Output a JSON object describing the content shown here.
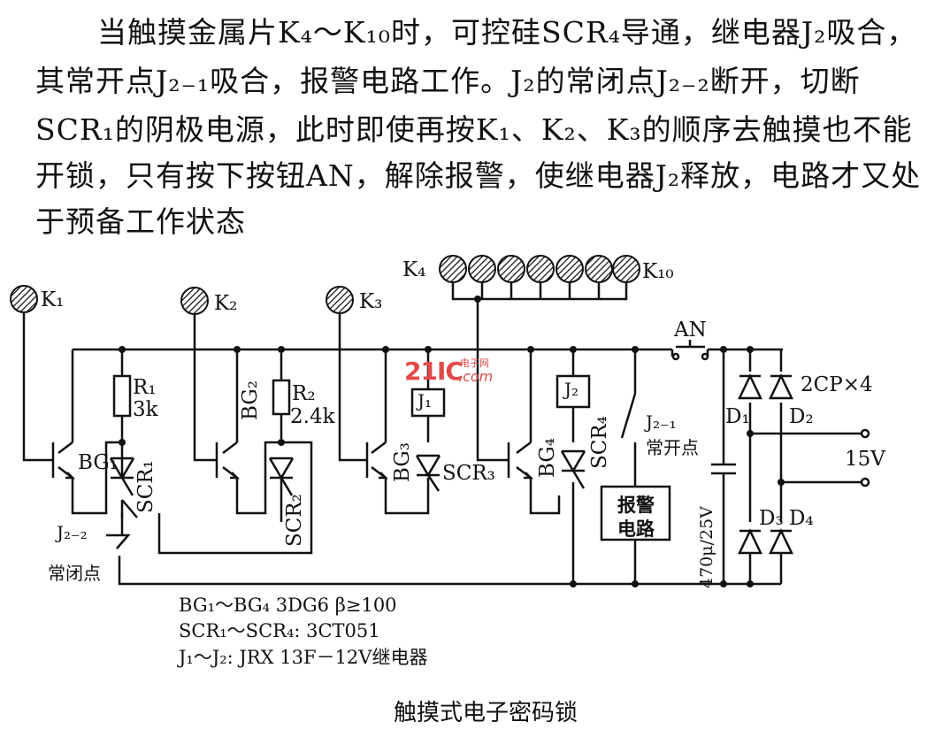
{
  "paragraph": {
    "line1": "当触摸金属片K₄～K₁₀时，可控硅SCR₄导通，继电器J₂吸合，",
    "line2": "其常开点J₂₋₁吸合，报警电路工作。J₂的常闭点J₂₋₂断开，切断",
    "line3": "SCR₁的阴极电源，此时即使再按K₁、K₂、K₃的顺序去触摸也不能",
    "line4": "开锁，只有按下按钮AN，解除报警，使继电器J₂释放，电路才又处",
    "line5": "于预备工作状态"
  },
  "labels": {
    "k1": "K₁",
    "k2": "K₂",
    "k3": "K₃",
    "k4": "K₄",
    "k10": "K₁₀",
    "r1": "R₁",
    "r1_val": "3k",
    "r2": "R₂",
    "r2_val": "2.4k",
    "bg1": "BG₁",
    "bg2": "BG₂",
    "bg3": "BG₃",
    "bg4": "BG₄",
    "scr1": "SCR₁",
    "scr2": "SCR₂",
    "scr3": "SCR₃",
    "scr4": "SCR₄",
    "j1": "J₁",
    "j2": "J₂",
    "j2_2": "J₂₋₂",
    "nc_point": "常闭点",
    "j2_1": "J₂₋₁",
    "no_point": "常开点",
    "alarm_line1": "报警",
    "alarm_line2": "电路",
    "an": "AN",
    "cap": "470μ/25V",
    "diode_type": "2CP×4",
    "d1": "D₁",
    "d2": "D₂",
    "d3": "D₃",
    "d4": "D₄",
    "voltage": "15V"
  },
  "parts_list": {
    "line1": "BG₁～BG₄  3DG6  β≥100",
    "line2": "SCR₁～SCR₄: 3CT051",
    "line3": "J₁～J₂: JRX  13F－12V继电器"
  },
  "caption": "触摸式电子密码锁",
  "watermark": {
    "main": "21IC",
    "small": "电子网",
    "com": ".com"
  },
  "colors": {
    "ink": "#111111",
    "watermark": "#e24a4a"
  }
}
